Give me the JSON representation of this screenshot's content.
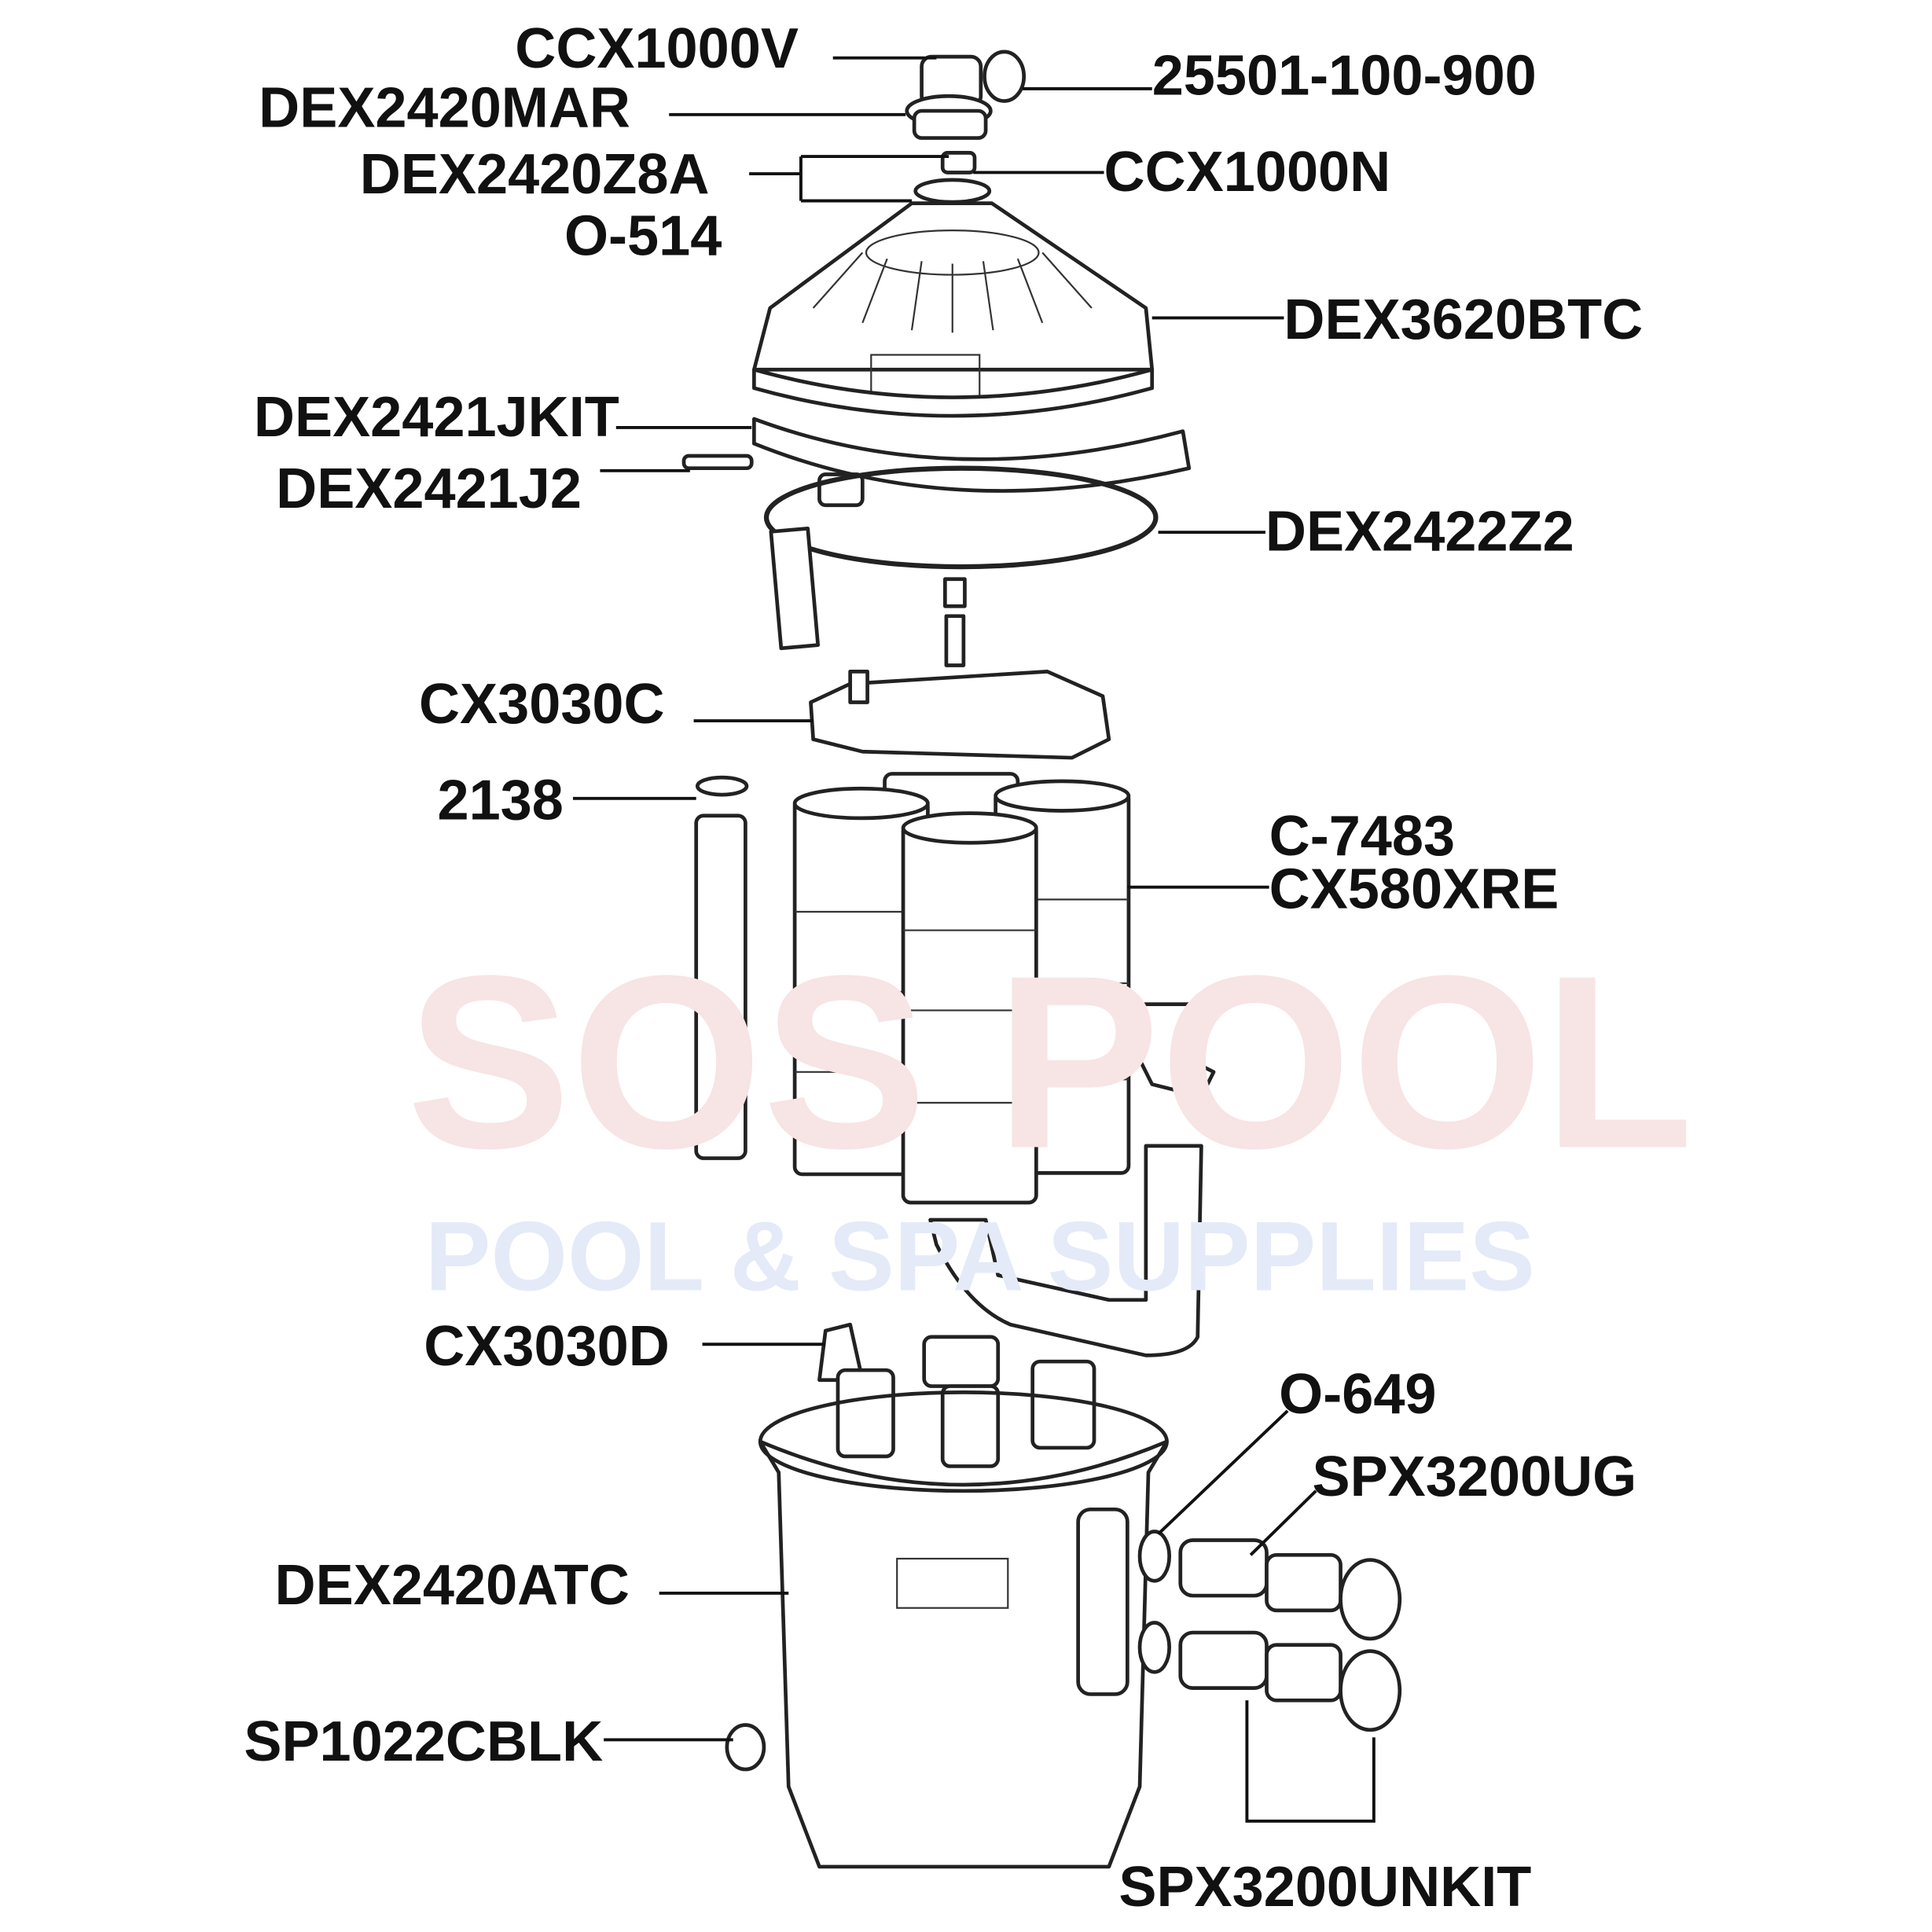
{
  "watermark": {
    "brand": "SOS POOL",
    "tagline": "POOL & SPA SUPPLIES"
  },
  "labels": {
    "ccx1000v": "CCX1000V",
    "p25501": "25501-100-900",
    "dex2420mar": "DEX2420MAR",
    "dex2420z8a": "DEX2420Z8A",
    "ccx1000n": "CCX1000N",
    "o514": "O-514",
    "dex3620btc": "DEX3620BTC",
    "dex2421jkit": "DEX2421JKIT",
    "dex2421j2": "DEX2421J2",
    "dex2422z2": "DEX2422Z2",
    "cx3030c": "CX3030C",
    "p2138": "2138",
    "c7483": "C-7483",
    "cx580xre": "CX580XRE",
    "cx3030d": "CX3030D",
    "o649": "O-649",
    "spx3200ug": "SPX3200UG",
    "dex2420atc": "DEX2420ATC",
    "sp1022cblk": "SP1022CBLK",
    "spx3200unkit": "SPX3200UNKIT"
  }
}
